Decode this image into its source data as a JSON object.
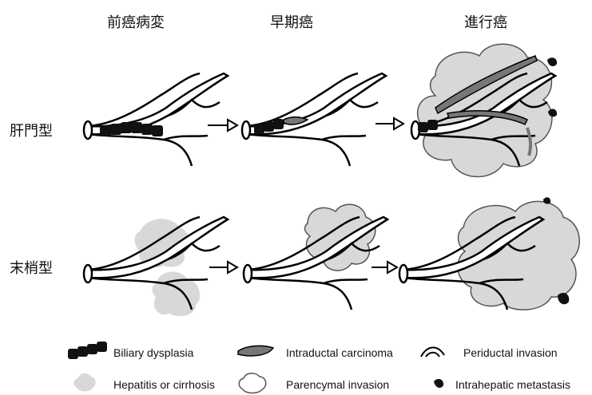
{
  "columns": [
    "前癌病変",
    "早期癌",
    "進行癌"
  ],
  "rows": [
    "肝門型",
    "末梢型"
  ],
  "legend": [
    {
      "icon": "biliary-dysplasia-icon",
      "label": "Biliary dysplasia"
    },
    {
      "icon": "intraductal-carcinoma-icon",
      "label": "Intraductal carcinoma"
    },
    {
      "icon": "periductal-invasion-icon",
      "label": "Periductal invasion"
    },
    {
      "icon": "hepatitis-cirrhosis-icon",
      "label": "Hepatitis or cirrhosis"
    },
    {
      "icon": "parencymal-invasion-icon",
      "label": "Parencymal invasion"
    },
    {
      "icon": "intrahepatic-metastasis-icon",
      "label": "Intrahepatic metastasis"
    }
  ],
  "colors": {
    "stroke": "#000000",
    "cloud": "#d8d8d8",
    "cloud_stroke": "#555555",
    "tumor": "#777777",
    "dysplasia": "#111111"
  }
}
